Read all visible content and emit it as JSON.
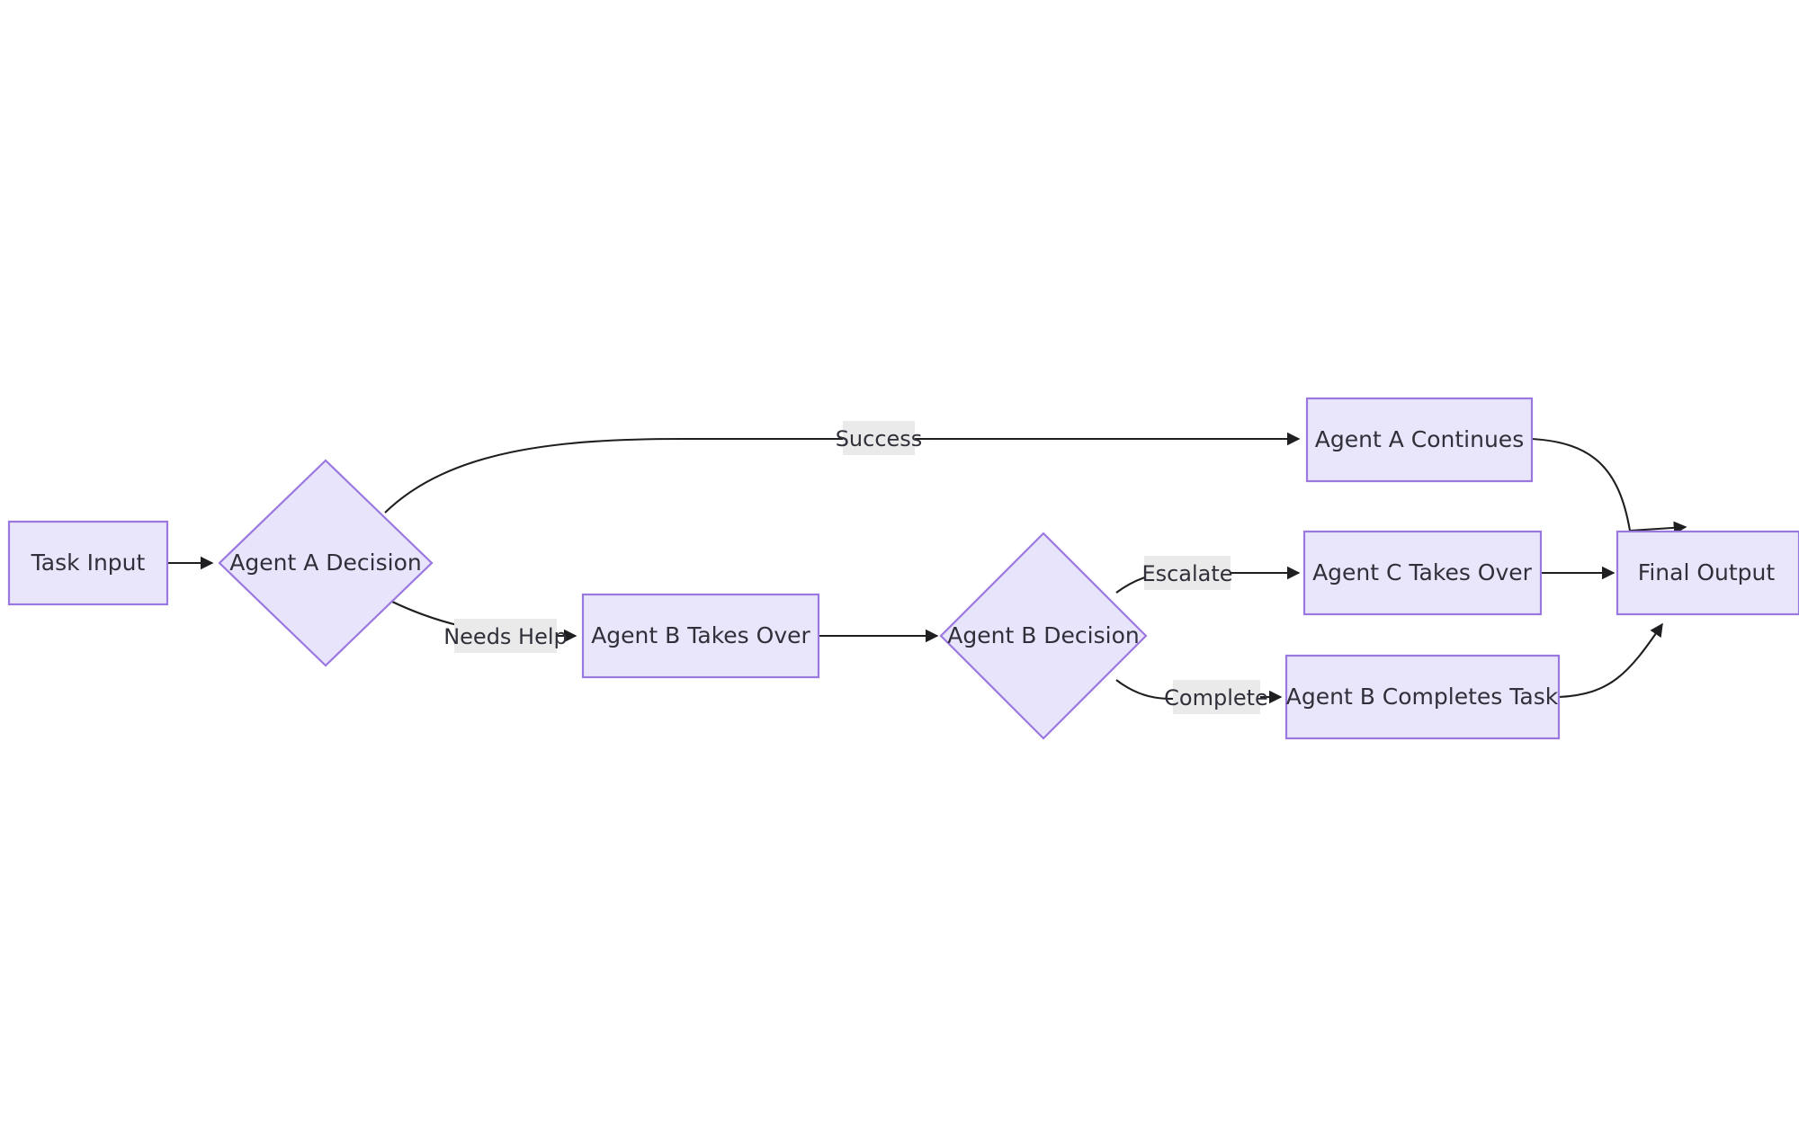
{
  "diagram": {
    "type": "flowchart",
    "orientation": "left-to-right",
    "background_color": "#ffffff",
    "node_fill_color": "#e9e6fb",
    "node_border_color": "#9a78e0",
    "node_text_color": "#30303a",
    "edge_color": "#1f1f22",
    "edge_label_bg_color": "#eaeaea",
    "nodes": [
      {
        "id": "task_input",
        "label": "Task Input",
        "shape": "rect"
      },
      {
        "id": "agent_a_decision",
        "label": "Agent A Decision",
        "shape": "diamond"
      },
      {
        "id": "agent_a_continues",
        "label": "Agent A Continues",
        "shape": "rect"
      },
      {
        "id": "agent_b_takes",
        "label": "Agent B Takes Over",
        "shape": "rect"
      },
      {
        "id": "agent_b_decision",
        "label": "Agent B Decision",
        "shape": "diamond"
      },
      {
        "id": "agent_c_takes",
        "label": "Agent C Takes Over",
        "shape": "rect"
      },
      {
        "id": "agent_b_completes",
        "label": "Agent B Completes Task",
        "shape": "rect"
      },
      {
        "id": "final_output",
        "label": "Final Output",
        "shape": "rect"
      }
    ],
    "edges": [
      {
        "from": "task_input",
        "to": "agent_a_decision",
        "label": ""
      },
      {
        "from": "agent_a_decision",
        "to": "agent_a_continues",
        "label": "Success"
      },
      {
        "from": "agent_a_decision",
        "to": "agent_b_takes",
        "label": "Needs Help"
      },
      {
        "from": "agent_b_takes",
        "to": "agent_b_decision",
        "label": ""
      },
      {
        "from": "agent_b_decision",
        "to": "agent_c_takes",
        "label": "Escalate"
      },
      {
        "from": "agent_b_decision",
        "to": "agent_b_completes",
        "label": "Complete"
      },
      {
        "from": "agent_a_continues",
        "to": "final_output",
        "label": ""
      },
      {
        "from": "agent_c_takes",
        "to": "final_output",
        "label": ""
      },
      {
        "from": "agent_b_completes",
        "to": "final_output",
        "label": ""
      }
    ]
  }
}
